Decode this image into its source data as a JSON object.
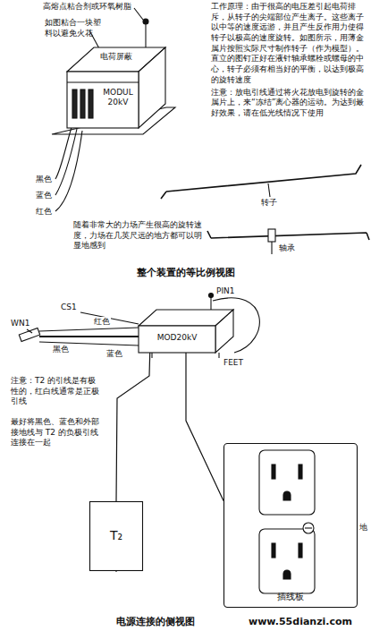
{
  "diagram": {
    "caption": "电源连接的侧视图",
    "nodes": [
      {
        "text": [
          "电荷屏蔽",
          "MODUL 20kV"
        ]
      },
      {
        "text": [
          "MOD20kV"
        ]
      },
      {
        "text": [
          "T₂"
        ]
      },
      {
        "text": [
          "插线板"
        ]
      }
    ],
    "edges": [
      {
        "from": 1,
        "to": 2,
        "arrow": "none"
      },
      {
        "from": 1,
        "to": 3,
        "arrow": "none"
      }
    ],
    "labels": [
      "高熔点粘合剂或环氧树脂",
      "如图粘合一块塑料以避免火花",
      "工作原理：由于很高的电压差引起电荷排斥，从转子的尖端部位产生离子。这些离子以中等的速度远游，并且产生反作用力使得转子以极高的速度旋转。如图所示，用薄金属片按照实际尺寸制作转子（作为模型）。直立的图钉正好在液针轴承螺栓或螺母的中心，转子必须有相当好的平衡，以达到极高的旋转速度",
      "注意：放电引线通过将火花放电到旋转的金属片上，来“冻结”离心器的运动。为达到最好效果，请在低光线情况下使用",
      "黑色",
      "蓝色",
      "红色",
      "转子",
      "随着非常大的力场产生很高的旋转速度，力场在几英尺远的地方都可以明显地感到",
      "轴承",
      "整个装置的等比例视图",
      "CS1",
      "PIN1",
      "WN1",
      "红色",
      "黑色",
      "蓝色",
      "FEET",
      "注意：T2 的引线是有极性的，红白线通常是正极引线",
      "最好将黑色、蓝色和外部接地线与 T2 的负极引线连接在一起",
      "地",
      "www.55dianzi.com"
    ]
  }
}
